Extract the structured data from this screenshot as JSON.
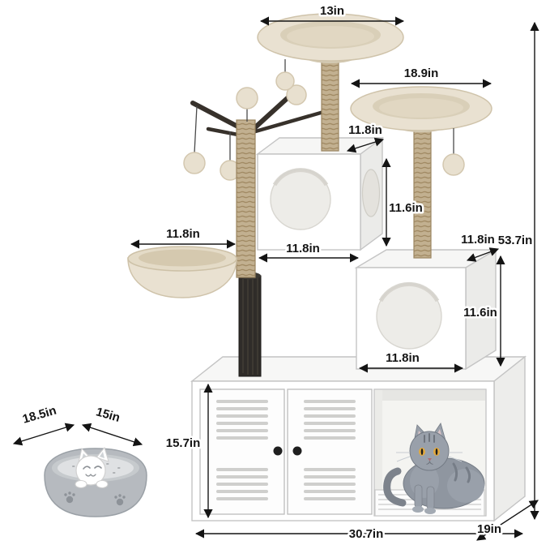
{
  "dimensions": {
    "top_perch_width": "13in",
    "middle_perch_width": "18.9in",
    "upper_condo_depth": "11.8in",
    "upper_condo_height": "11.6in",
    "upper_condo_width": "11.8in",
    "basket_width": "11.8in",
    "lower_condo_depth": "11.8in",
    "lower_condo_height": "11.6in",
    "lower_condo_width": "11.8in",
    "total_height": "53.7in",
    "cabinet_height": "15.7in",
    "base_width": "30.7in",
    "base_depth": "19in",
    "litter_pan_length": "18.5in",
    "litter_pan_width": "15in"
  },
  "palette": {
    "plush_beige": "#e9e1d1",
    "sisal_tan": "#c2b090",
    "branch_dark": "#37312b",
    "cabinet_white": "#ffffff",
    "outline_gray": "#c4c4c4",
    "cat_gray": "#99a0aa",
    "pan_gray": "#b6babf",
    "dimension_black": "#141414"
  }
}
